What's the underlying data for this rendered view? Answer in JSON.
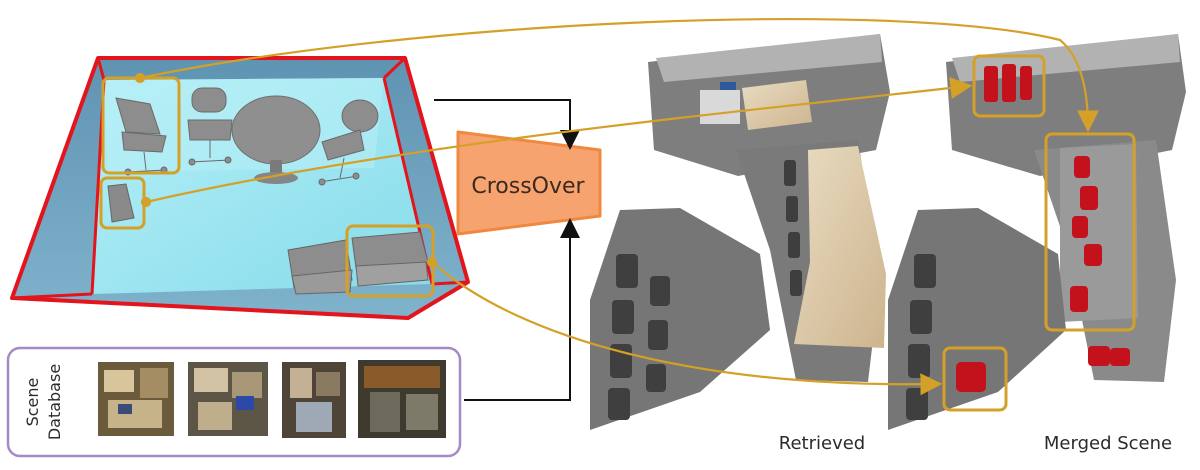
{
  "method_label": "CrossOver",
  "database": {
    "label_line1": "Scene",
    "label_line2": "Database"
  },
  "outputs": {
    "retrieved_label": "Retrieved",
    "merged_label": "Merged Scene"
  },
  "colors": {
    "room_wall": "#6ea3bf",
    "room_floor": "#9fe6f2",
    "room_edge": "#e3141b",
    "highlight": "#d4a027",
    "crossover_fill": "#f6a36f",
    "crossover_stroke": "#f0883f",
    "database_border": "#a58ac6",
    "object_gray": "#8d8d8d",
    "scan_gray": "#7c7c7c",
    "merged_red": "#c4121c"
  },
  "icons": [
    "chair-model",
    "round-table-model",
    "cabinet-model",
    "armchair-model"
  ]
}
